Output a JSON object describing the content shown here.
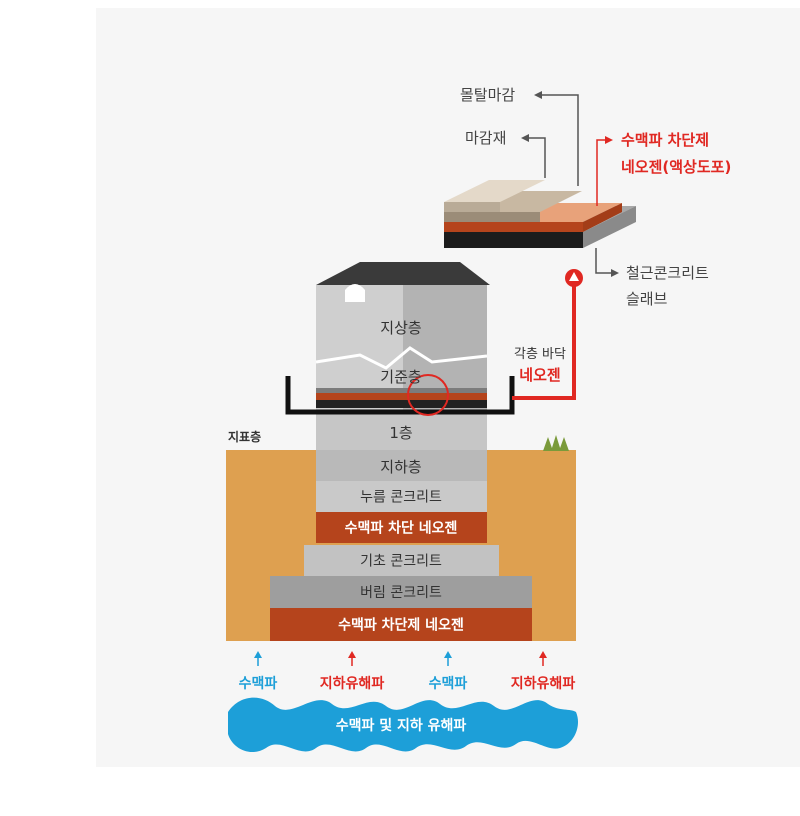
{
  "colors": {
    "panel": "#f6f6f6",
    "soil": "#dea050",
    "accent_red": "#e02822",
    "accent_blue": "#1d9fd8",
    "neozen_brown": "#b5441c"
  },
  "callouts": {
    "mortar_finish": "몰탈마감",
    "finish_material": "마감재",
    "neozen_title_line1": "수맥파 차단제",
    "neozen_title_line2": "네오젠(액상도포)",
    "rc_slab_line1": "철근콘크리트",
    "rc_slab_line2": "슬래브"
  },
  "building": {
    "above_ground": "지상층",
    "standard_floor": "기준층",
    "first_floor": "1층",
    "basement": "지하층"
  },
  "floor_note": {
    "line1": "각층 바닥",
    "line2": "네오젠"
  },
  "ground_label": "지표층",
  "foundation": [
    {
      "label": "누름 콘크리트",
      "kind": "concrete"
    },
    {
      "label": "수맥파 차단 네오젠",
      "kind": "neozen"
    },
    {
      "label": "기초 콘크리트",
      "kind": "concrete"
    },
    {
      "label": "버림 콘크리트",
      "kind": "concrete"
    },
    {
      "label": "수맥파 차단제 네오젠",
      "kind": "neozen"
    }
  ],
  "arrows": [
    {
      "label": "수맥파",
      "color": "blue"
    },
    {
      "label": "지하유해파",
      "color": "red"
    },
    {
      "label": "수맥파",
      "color": "blue"
    },
    {
      "label": "지하유해파",
      "color": "red"
    }
  ],
  "wave_label": "수맥파 및 지하 유해파"
}
